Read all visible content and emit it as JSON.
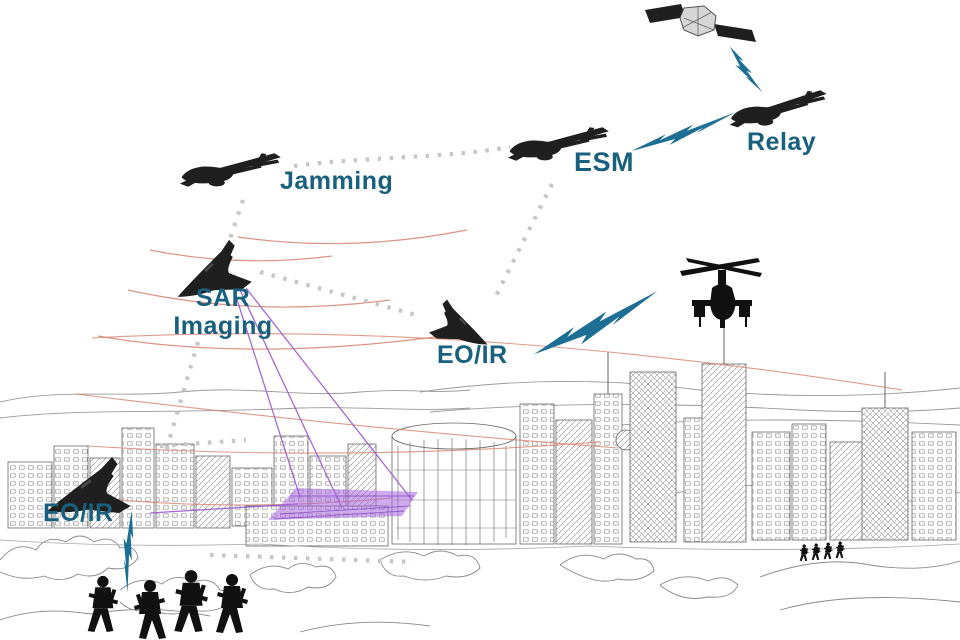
{
  "scene": {
    "description": "ISR network diagram of unmanned aircraft over a hand-sketched city skyline",
    "colors": {
      "label_text": "#19607f",
      "lightning_bolt": "#1d6e95",
      "dotted_link": "#c7c7c7",
      "radar_arc": "#d4826f",
      "sar_beam": "#9b59d0",
      "sar_footprint": "#a866e0",
      "silhouette": "#1f1f1f",
      "sketch_line": "#555555"
    },
    "labels": {
      "jamming": "Jamming",
      "esm": "ESM",
      "relay": "Relay",
      "sar_line1": "SAR",
      "sar_line2": "Imaging",
      "eoir_mid": "EO/IR",
      "eoir_low": "EO/IR"
    },
    "platforms": [
      {
        "id": "satellite",
        "type": "satellite",
        "label": ""
      },
      {
        "id": "relay-aircraft",
        "type": "fixed-wing UAV",
        "label": "Relay"
      },
      {
        "id": "esm-aircraft",
        "type": "fixed-wing UAV",
        "label": "ESM"
      },
      {
        "id": "jamming-aircraft",
        "type": "fixed-wing UAV",
        "label": "Jamming"
      },
      {
        "id": "sar-uav",
        "type": "flying-wing UAV",
        "label": "SAR Imaging"
      },
      {
        "id": "eoir-uav-mid",
        "type": "flying-wing UAV",
        "label": "EO/IR"
      },
      {
        "id": "eoir-uav-low",
        "type": "flying-wing UAV",
        "label": "EO/IR"
      },
      {
        "id": "helicopter",
        "type": "attack helicopter",
        "label": ""
      },
      {
        "id": "soldiers",
        "type": "ground troops",
        "label": ""
      }
    ],
    "links": {
      "dotted": [
        "jamming to esm",
        "esm to eoir-mid",
        "jamming to sar",
        "sar to eoir-mid",
        "sar to eoir-low",
        "eoir-low eastward",
        "soldiers eastward"
      ],
      "lightning": [
        "satellite to relay",
        "relay to esm",
        "eoir-mid to helicopter",
        "eoir-low to soldiers"
      ]
    }
  }
}
